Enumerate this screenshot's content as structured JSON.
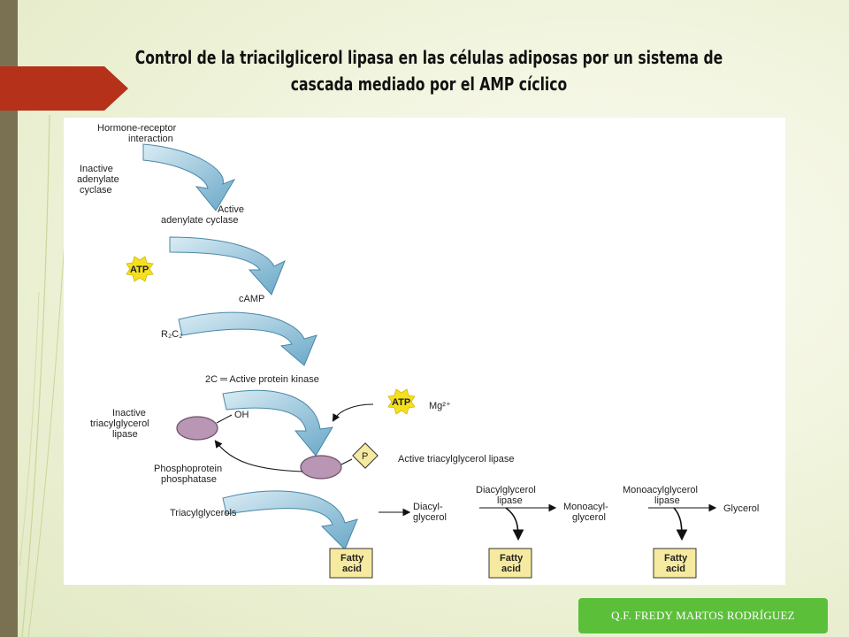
{
  "slide": {
    "title": "Control de la triacilglicerol lipasa en las células adiposas por un sistema de cascada mediado por el AMP cíclico",
    "footer": "Q.F. FREDY MARTOS RODRÍGUEZ"
  },
  "diagram": {
    "hormone_line1": "Hormone-receptor",
    "hormone_line2": "interaction",
    "inactive_ac_line1": "Inactive",
    "inactive_ac_line2": "adenylate",
    "inactive_ac_line3": "cyclase",
    "active_ac_line1": "Active",
    "active_ac_line2": "adenylate cyclase",
    "atp1": "ATP",
    "camp": "cAMP",
    "r2c2": "R₂C₂",
    "active_pk": "2C ═ Active protein kinase",
    "atp2": "ATP",
    "mg": "Mg²⁺",
    "inactive_tgl_line1": "Inactive",
    "inactive_tgl_line2": "triacylglycerol",
    "inactive_tgl_line3": "lipase",
    "oh": "OH",
    "p": "P",
    "active_tgl": "Active triacylglycerol lipase",
    "ppp_line1": "Phosphoprotein",
    "ppp_line2": "phosphatase",
    "triacylglycerols": "Triacylglycerols",
    "dag_line1": "Diacyl-",
    "dag_line2": "glycerol",
    "dag_lipase_line1": "Diacylglycerol",
    "dag_lipase_line2": "lipase",
    "mag_line1": "Monoacyl-",
    "mag_line2": "glycerol",
    "mag_lipase_line1": "Monoacylglycerol",
    "mag_lipase_line2": "lipase",
    "glycerol": "Glycerol",
    "fatty_line1": "Fatty",
    "fatty_line2": "acid"
  },
  "colors": {
    "slide_arrow": "#b5311a",
    "cascade_arrow": "#7fb8d4",
    "atp_star": "#f5e020",
    "enzyme_circle": "#b996b3",
    "fatty_box": "#f6eaa0",
    "footer_bg": "#5cbf3a"
  }
}
